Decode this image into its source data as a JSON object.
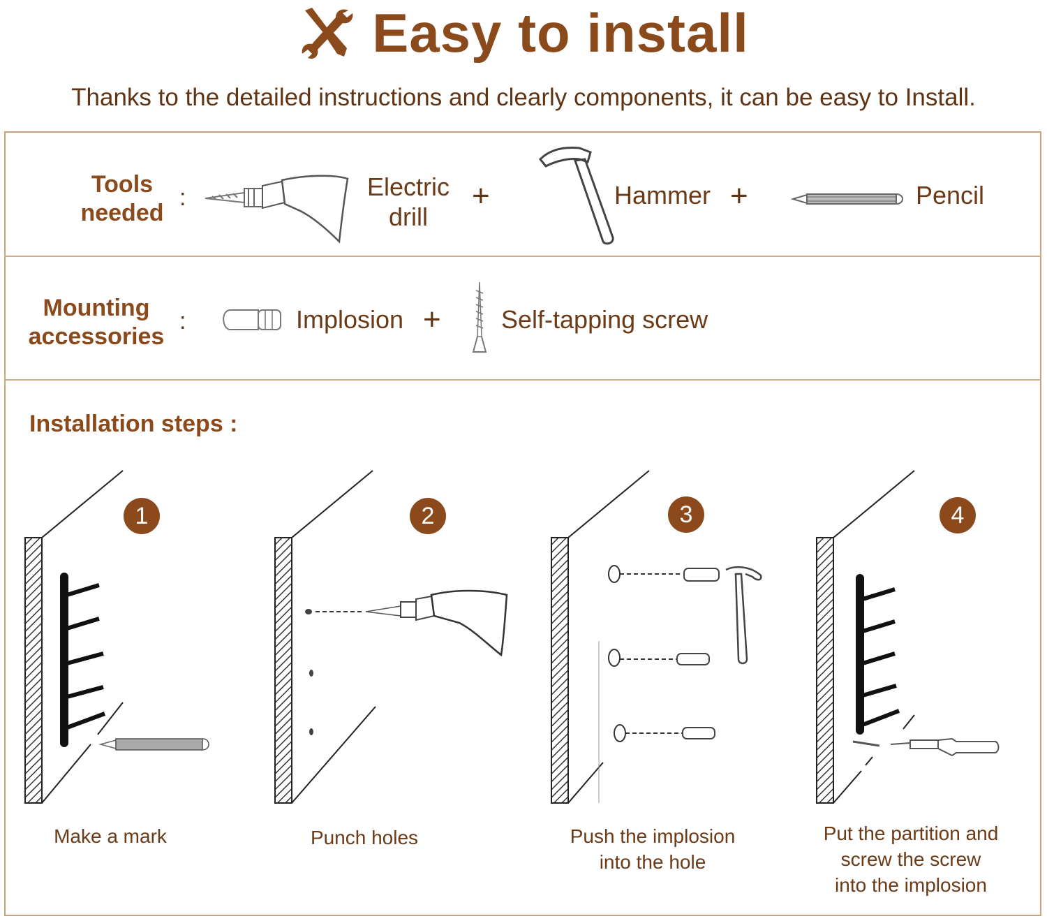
{
  "header": {
    "title": "Easy to install",
    "subtitle": "Thanks to the detailed instructions and clearly components, it can be easy to Install."
  },
  "tools": {
    "label_line1": "Tools",
    "label_line2": "needed",
    "colon": ":",
    "items": [
      {
        "line1": "Electric",
        "line2": "drill",
        "icon": "electric-drill-icon"
      },
      {
        "line1": "Hammer",
        "icon": "hammer-icon"
      },
      {
        "line1": "Pencil",
        "icon": "pencil-icon"
      }
    ],
    "plus": "+"
  },
  "accessories": {
    "label_line1": "Mounting",
    "label_line2": "accessories",
    "colon": ":",
    "items": [
      {
        "line1": "Implosion",
        "icon": "wall-anchor-icon"
      },
      {
        "line1": "Self-tapping screw",
        "icon": "screw-icon"
      }
    ],
    "plus": "+"
  },
  "steps": {
    "heading": "Installation steps :",
    "items": [
      {
        "number": "1",
        "caption_line1": "Make a mark"
      },
      {
        "number": "2",
        "caption_line1": "Punch holes"
      },
      {
        "number": "3",
        "caption_line1": "Push the implosion",
        "caption_line2": "into the hole"
      },
      {
        "number": "4",
        "caption_line1": "Put the partition and",
        "caption_line2": "screw the screw",
        "caption_line3": "into the implosion"
      }
    ]
  },
  "colors": {
    "brown_dark": "#8a4a1c",
    "brown_text": "#6b3a17",
    "badge": "#8c4a1c",
    "border": "#c9a17a"
  }
}
